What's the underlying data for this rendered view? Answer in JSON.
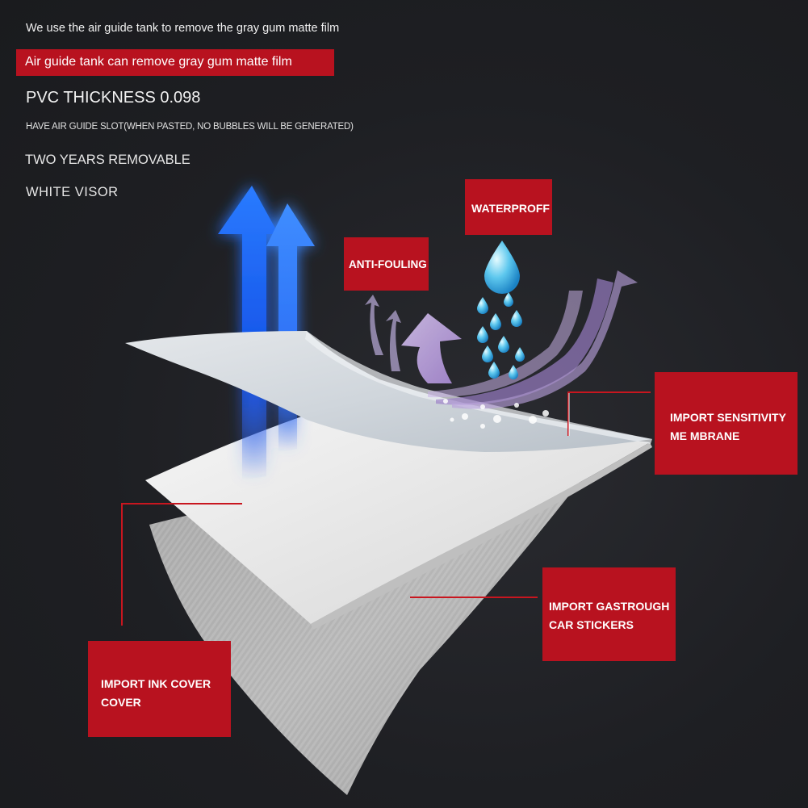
{
  "header": {
    "intro": "We use the air guide tank to remove the gray gum matte film",
    "banner": "Air guide tank can remove gray gum matte film"
  },
  "features": {
    "pvc_thickness": "PVC THICKNESS 0.098",
    "air_guide_slot": "HAVE AIR GUIDE SLOT(WHEN PASTED, NO BUBBLES WILL BE GENERATED)",
    "removable": "TWO YEARS REMOVABLE",
    "visor": "WHITE VISOR"
  },
  "labels": {
    "waterproof": "WATERPROFF",
    "anti_fouling": "ANTI-FOULING",
    "sensitivity": [
      "IMPORT SENSITIVITY",
      "ME MBRANE"
    ],
    "gastrough": [
      "IMPORT GASTROUGH",
      "CAR STICKERS"
    ],
    "ink_cover": [
      "IMPORT INK COVER",
      "COVER"
    ]
  },
  "colors": {
    "label_red": "#b8121f",
    "background": "#1f2024",
    "arrow_blue": "#1f6bff",
    "arrow_purple": "#b89ad8"
  }
}
